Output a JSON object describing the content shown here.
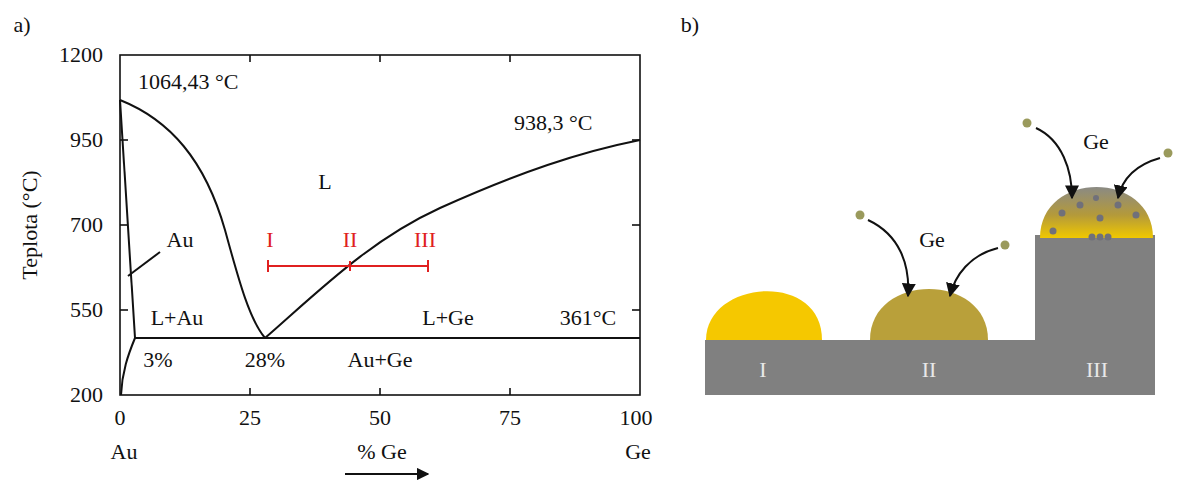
{
  "diagram": {
    "labels": [
      "a)",
      "b)",
      "1200",
      "950",
      "700",
      "550",
      "200",
      "Teplota (°C)",
      "1064,43 °C",
      "938,3 °C",
      "L",
      "Au",
      "I",
      "II",
      "III",
      "L+Au",
      "L+Ge",
      "361°C",
      "3%",
      "28%",
      "Au+Ge",
      "0",
      "25",
      "50",
      "75",
      "100",
      "Au",
      "% Ge",
      "Ge",
      "Ge",
      "Ge",
      "I",
      "II",
      "III"
    ]
  }
}
